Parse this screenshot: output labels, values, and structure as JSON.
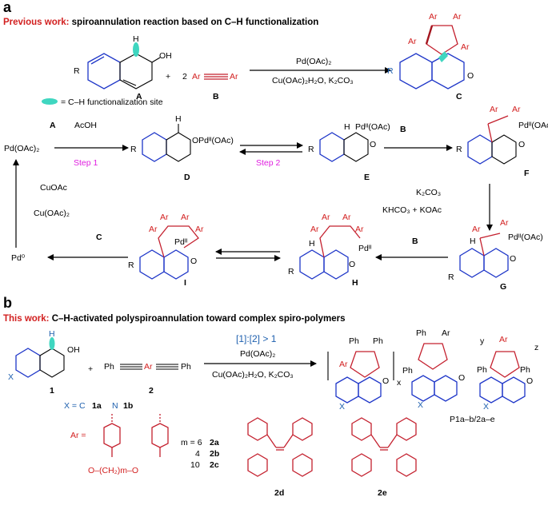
{
  "panel_a": {
    "letter": "a",
    "header_prefix": "Previous work:",
    "header_text": " spiroannulation reaction based on C–H functionalization",
    "legend_text": "= C–H functionalization site",
    "labels": {
      "A": "A",
      "B": "B",
      "C": "C",
      "D": "D",
      "E": "E",
      "F": "F",
      "G": "G",
      "H": "H",
      "I": "I",
      "plus": "+",
      "two": "2",
      "Ar": "Ar",
      "R": "R",
      "OH": "OH",
      "O": "O"
    },
    "reagents": {
      "top_catalyst": "Pd(OAc)₂",
      "top_conditions": "Cu(OAc)₂H₂O, K₂CO₃",
      "pd_start": "Pd(OAc)₂",
      "acoh": "AcOH",
      "step1": "Step 1",
      "step2": "Step 2",
      "D_sub": "OPdᴵᴵ(OAc)",
      "E_sub": "Pdᴵᴵ(OAc)",
      "F_sub": "Pdᴵᴵ(OAc)",
      "G_sub": "Pdᴵᴵ(OAc)",
      "H_sub": "Pdᴵᴵ",
      "I_sub": "Pdᴵᴵ",
      "k2co3": "K₂CO₃",
      "khco3": "KHCO₃ + KOAc",
      "cuoac": "CuOAc",
      "cuoac2": "Cu(OAc)₂",
      "pd0": "Pd⁰"
    }
  },
  "panel_b": {
    "letter": "b",
    "header_prefix": "This work:",
    "header_text": " C–H-activated polyspiroannulation toward complex spiro-polymers",
    "monomer1": "1",
    "monomer2": "2",
    "ratio": "[1]:[2] > 1",
    "catalyst": "Pd(OAc)₂",
    "conditions": "Cu(OAc)₂H₂O, K₂CO₃",
    "product": "P1a–b/2a–e",
    "x_eq": "X = C",
    "x_1a": "1a",
    "x_N": "N",
    "x_1b": "1b",
    "ar_eq": "Ar =",
    "m_lines": [
      {
        "m": "m = 6",
        "id": "2a"
      },
      {
        "m": "4",
        "id": "2b"
      },
      {
        "m": "10",
        "id": "2c"
      }
    ],
    "linker": "O–(CH₂)m–O",
    "d_label": "2d",
    "e_label": "2e",
    "Ph": "Ph",
    "X": "X",
    "sub_x": "x",
    "sub_y": "y",
    "sub_z": "z"
  }
}
